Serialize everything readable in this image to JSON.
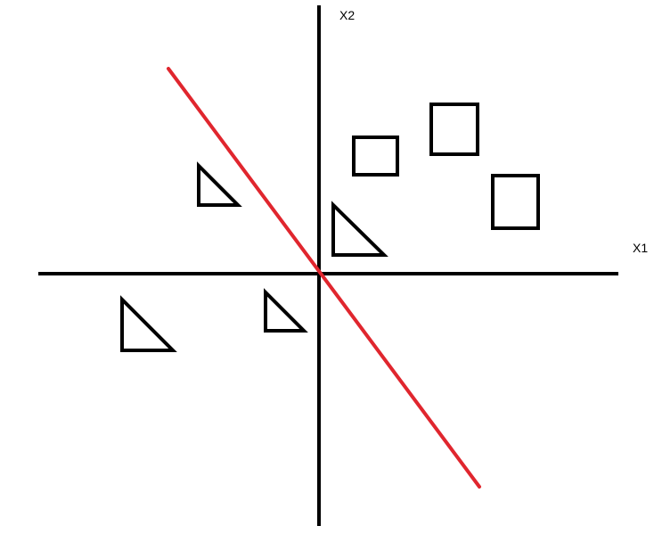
{
  "axes": {
    "x_label": "X1",
    "y_label": "X2"
  },
  "colors": {
    "axis": "#000000",
    "shape_stroke": "#000000",
    "decision_boundary": "#e0262e",
    "background": "#ffffff"
  },
  "classes": [
    {
      "shape": "triangle",
      "count": 4
    },
    {
      "shape": "square",
      "count": 3
    }
  ]
}
